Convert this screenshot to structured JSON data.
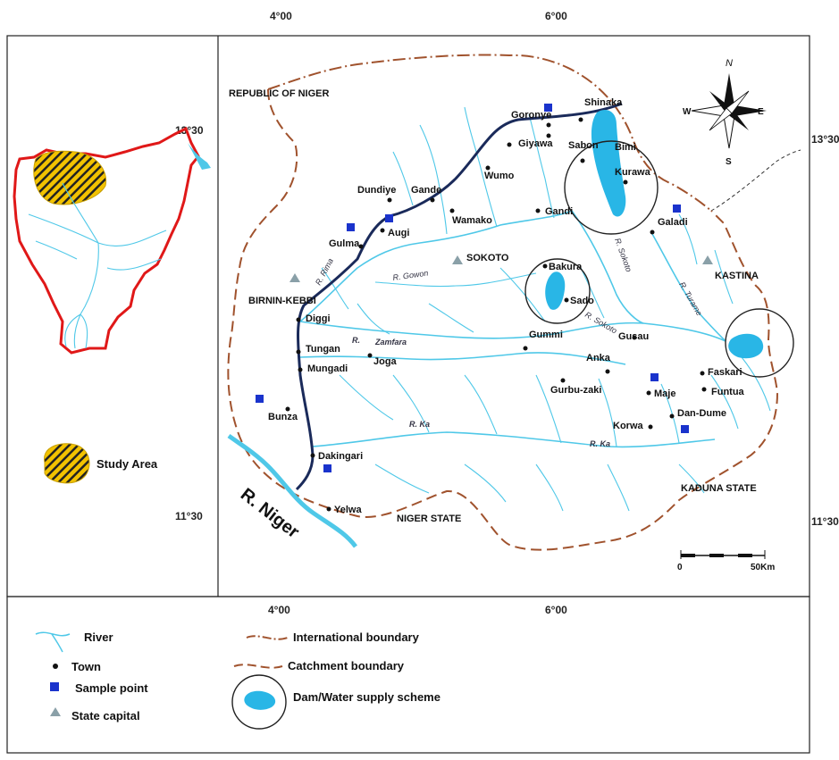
{
  "coords": {
    "top_left_lon": "4°00",
    "top_right_lon": "6°00",
    "right_top_lat": "13°30",
    "right_bottom_lat": "11°30",
    "inset_top_lat": "13°30",
    "inset_bottom_lat": "11°30",
    "bottom_left_lon": "4°00",
    "bottom_right_lon": "6°00"
  },
  "regions": {
    "niger_republic": "REPUBLIC OF NIGER",
    "kaduna": "KADUNA STATE",
    "niger_state": "NIGER STATE"
  },
  "capitals": {
    "sokoto": "SOKOTO",
    "kebbi": "BIRNIN-KEBBI",
    "kastina": "KASTINA"
  },
  "towns": {
    "goronye": "Goronye",
    "shinaka": "Shinaka",
    "giyawa": "Giyawa",
    "sabon": "Sabon",
    "bimi": "Bimi",
    "wumo": "Wumo",
    "kurawa": "Kurawa",
    "dundiye": "Dundiye",
    "gande": "Gande",
    "wamako": "Wamako",
    "gandi": "Gandi",
    "galadi": "Galadi",
    "gulma": "Gulma",
    "augi": "Augi",
    "bakura": "Bakura",
    "sado": "Sado",
    "diggi": "Diggi",
    "tungan": "Tungan",
    "mungadi": "Mungadi",
    "joga": "Joga",
    "gummi": "Gummi",
    "gusau": "Gusau",
    "anka": "Anka",
    "faskari": "Faskari",
    "funtua": "Funtua",
    "bunza": "Bunza",
    "gurbu": "Gurbu-zaki",
    "maje": "Maje",
    "dandume": "Dan-Dume",
    "korwa": "Korwa",
    "dakingari": "Dakingari",
    "yelwa": "Yelwa"
  },
  "rivers": {
    "rima": "R. Rima",
    "gowon": "R. Gowon",
    "zamfara_r": "R.",
    "zamfara": "Zamfara",
    "sokoto": "R. Sokoto",
    "sokoto2": "R. Sokoto",
    "turame": "R. Turame",
    "ka1": "R. Ka",
    "ka2": "R. Ka",
    "niger": "R. Niger"
  },
  "compass": {
    "n": "N",
    "s": "S",
    "e": "E",
    "w": "W"
  },
  "scale": {
    "start": "0",
    "end": "50Km"
  },
  "inset": {
    "study_area": "Study Area"
  },
  "legend": {
    "river": "River",
    "town": "Town",
    "sample": "Sample point",
    "capital": "State capital",
    "intl": "International boundary",
    "catchment": "Catchment boundary",
    "dam": "Dam/Water supply scheme"
  },
  "colors": {
    "river": "#4fc8e8",
    "dam": "#29b6e6",
    "boundary": "#a0522d",
    "main_river_line": "#1a2a5a",
    "sample": "#1a33cc",
    "capital": "#8aa0a8",
    "nigeria_border": "#e01818",
    "study_hatch": "#f2c200"
  }
}
